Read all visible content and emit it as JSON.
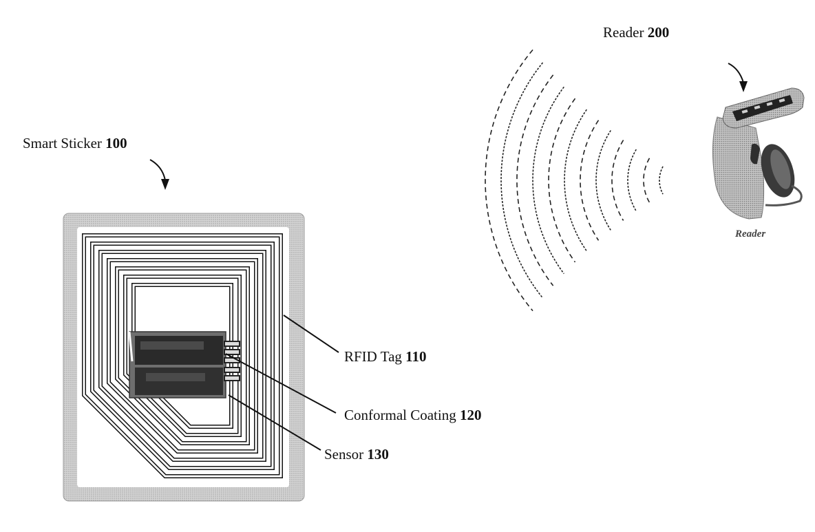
{
  "labels": {
    "smart_sticker": {
      "text": "Smart Sticker",
      "number": "100"
    },
    "reader": {
      "text": "Reader",
      "number": "200"
    },
    "rfid_tag": {
      "text": "RFID Tag",
      "number": "110"
    },
    "conformal_coating": {
      "text": "Conformal Coating",
      "number": "120"
    },
    "sensor": {
      "text": "Sensor",
      "number": "130"
    }
  },
  "reader_caption": "Reader",
  "colors": {
    "line": "#111111",
    "sticker_fill": "#c9c9c9",
    "chip_dark": "#2a2a2a",
    "coating": "#6e6e6e",
    "reader_body": "#bdbdbd"
  },
  "icons": {
    "reader_device": "handheld-rfid-reader",
    "radio_waves": "radio-wave-arcs",
    "chip": "sensor-chip"
  }
}
